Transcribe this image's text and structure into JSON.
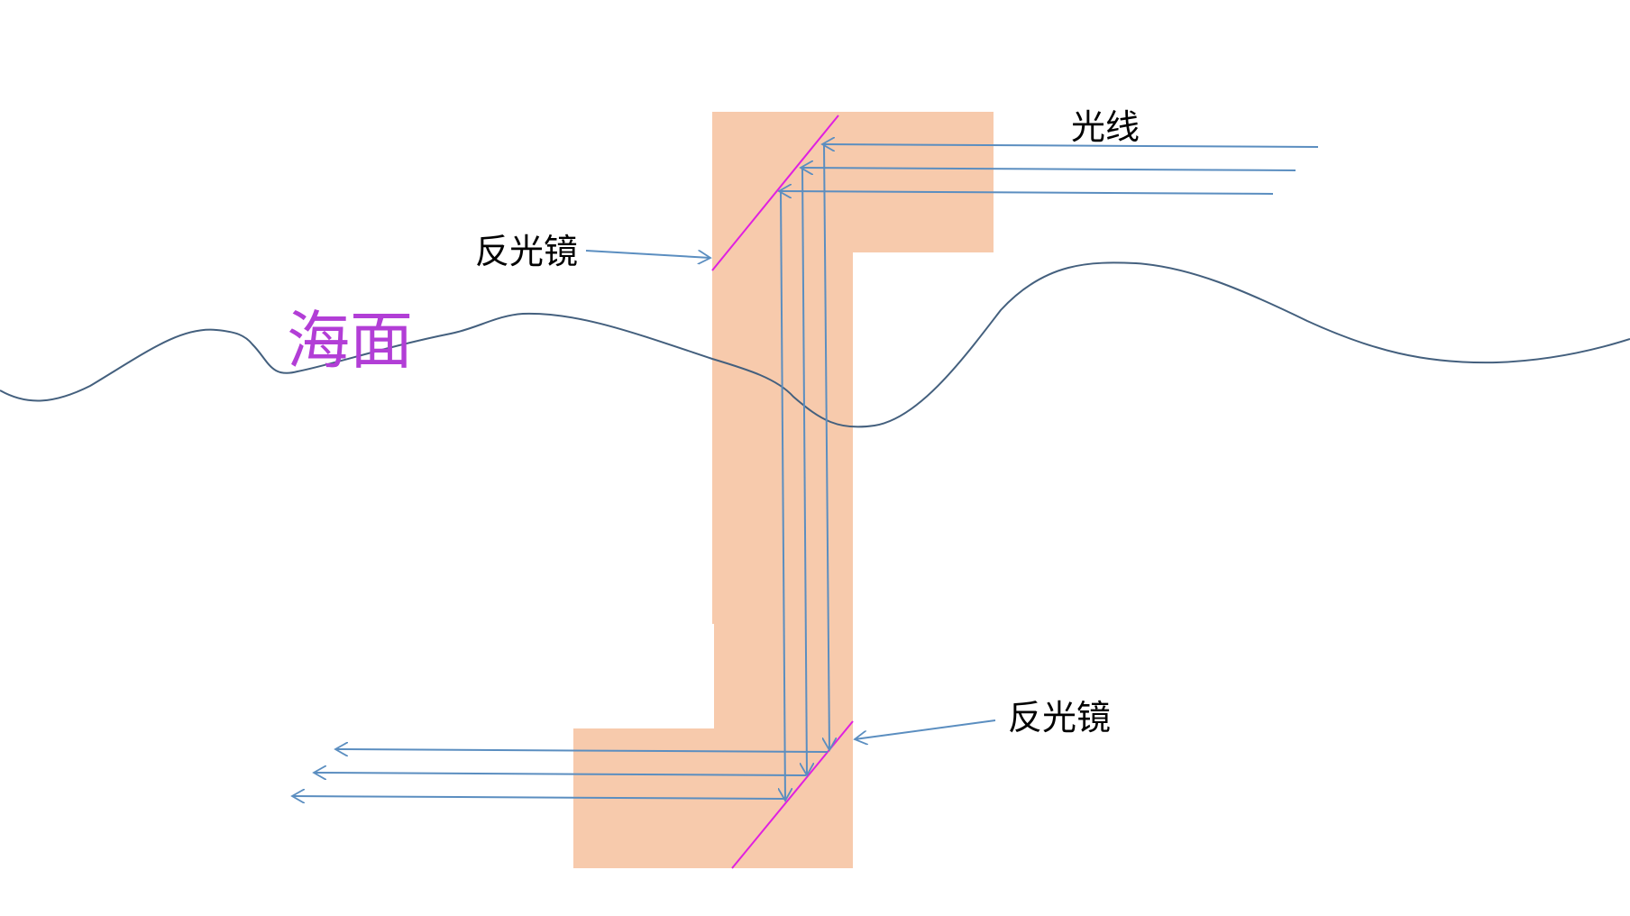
{
  "labels": {
    "light": "光线",
    "mirror_top": "反光镜",
    "mirror_bottom": "反光镜",
    "sea_surface": "海面"
  },
  "colors": {
    "tube_fill": "#F7CAAC",
    "mirror_line": "#E020E0",
    "ray_line": "#5B8EC0",
    "sea_line": "#44607E",
    "sea_label": "#B23ED6",
    "text": "#000000"
  }
}
